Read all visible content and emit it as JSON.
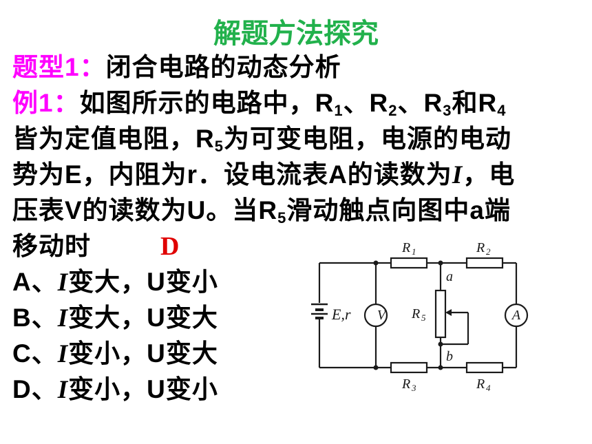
{
  "title": "解题方法探究",
  "type_label": "题型1：",
  "type_text": "闭合电路的动态分析",
  "example_label": "例1：",
  "q1_text": "如图所示的电路中，R",
  "q1_sub1": "1",
  "q1_sep1": "、R",
  "q1_sub2": "2",
  "q1_sep2": "、R",
  "q1_sub3": "3",
  "q1_sep3": "和R",
  "q1_sub4": "4",
  "q2_a": "皆为定值电阻，R",
  "q2_sub": "5",
  "q2_b": "为可变电阻，电源的电动",
  "q3_a": "势为E，内阻为r．设电流表A的读数为",
  "q3_i": "I",
  "q3_b": "，电",
  "q4_a": "压表V的读数为U。当R",
  "q4_sub": "5",
  "q4_b": "滑动触点向图中a端",
  "q5_text": "移动时",
  "answer": "D",
  "options": [
    {
      "letter": "A、",
      "i": "I",
      "text": "变大，U变小"
    },
    {
      "letter": "B、",
      "i": "I",
      "text": "变大，U变大"
    },
    {
      "letter": "C、",
      "i": "I",
      "text": "变小，U变大"
    },
    {
      "letter": "D、",
      "i": "I",
      "text": "变小，U变小"
    }
  ],
  "circuit": {
    "r1": "R",
    "r1_sub": "1",
    "r2": "R",
    "r2_sub": "2",
    "r3": "R",
    "r3_sub": "3",
    "r4": "R",
    "r4_sub": "4",
    "r5": "R",
    "r5_sub": "5",
    "source": "E,r",
    "voltmeter": "V",
    "ammeter": "A",
    "node_a": "a",
    "node_b": "b"
  }
}
